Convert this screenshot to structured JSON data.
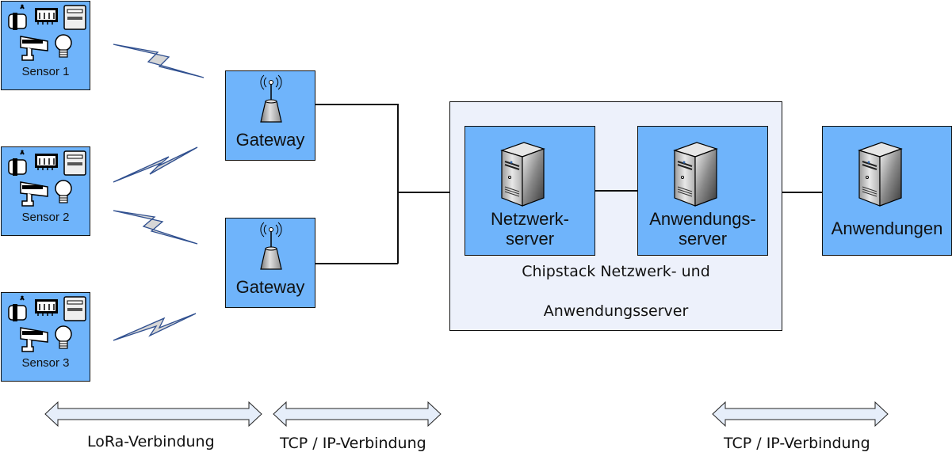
{
  "diagram": {
    "sensors": [
      {
        "label": "Sensor 1"
      },
      {
        "label": "Sensor 2"
      },
      {
        "label": "Sensor 3"
      }
    ],
    "sensor_icons": [
      "door-lock-icon",
      "heater-icon",
      "meter-icon",
      "camera-icon",
      "lightbulb-icon"
    ],
    "gateways": [
      {
        "label": "Gateway"
      },
      {
        "label": "Gateway"
      }
    ],
    "server_container": {
      "line1": "Chipstack Netzwerk- und",
      "line2": "Anwendungsserver"
    },
    "servers": [
      {
        "line1": "Netzwerk-",
        "line2": "server"
      },
      {
        "line1": "Anwendungs-",
        "line2": "server"
      }
    ],
    "application": {
      "label": "Anwendungen"
    },
    "connections": [
      {
        "label": "LoRa-Verbindung"
      },
      {
        "label": "TCP / IP-Verbindung"
      },
      {
        "label": "TCP / IP-Verbindung"
      }
    ],
    "colors": {
      "node_fill": "#6fb4fb",
      "container_fill": "#edf1fb",
      "arrow_fill": "#e6eefa",
      "lightning_fill": "#d6d6d6",
      "lightning_stroke": "#2f4f8f"
    }
  }
}
